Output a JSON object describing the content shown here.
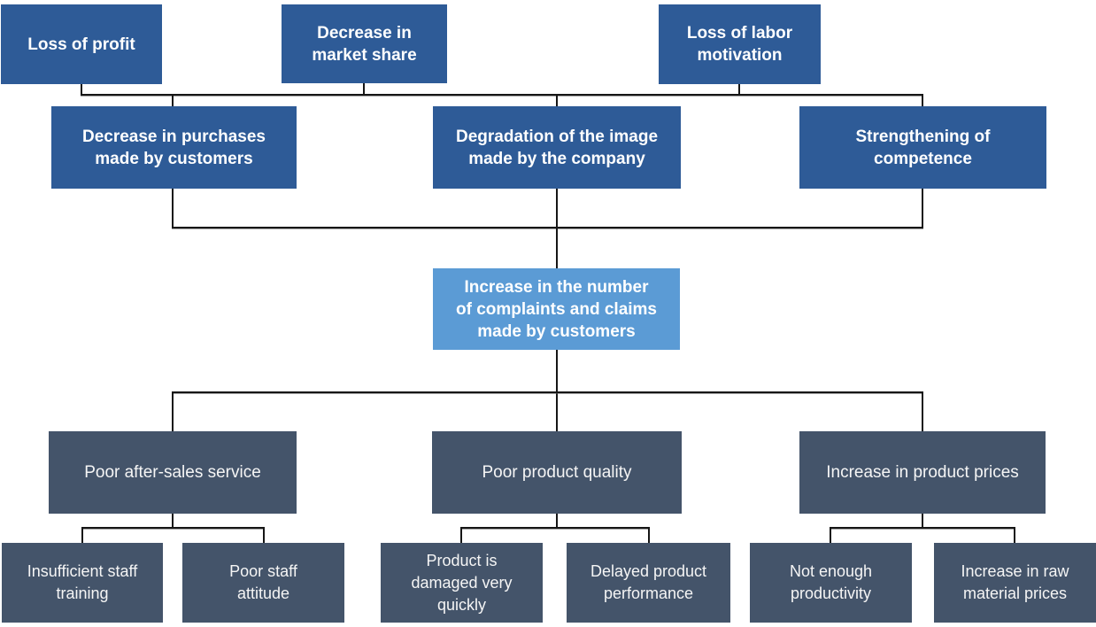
{
  "diagram": {
    "type": "problem-tree",
    "colors": {
      "effect_box": "#2E5B97",
      "core_problem_box": "#5B9BD5",
      "cause_box": "#44546A",
      "connector_line": "#161616",
      "text": "#FFFFFF",
      "background": "#FFFFFF"
    },
    "nodes": {
      "loss_of_profit": {
        "label": "Loss of profit"
      },
      "decrease_market_share": {
        "label": "Decrease in\nmarket share"
      },
      "loss_labor_motivation": {
        "label": "Loss of labor\nmotivation"
      },
      "decrease_purchases": {
        "label": "Decrease in purchases\nmade by customers"
      },
      "degradation_image": {
        "label": "Degradation of the image\nmade by the company"
      },
      "strengthening_competence": {
        "label": "Strengthening of\ncompetence"
      },
      "core_problem": {
        "label": "Increase in the number\nof complaints and claims\nmade by customers"
      },
      "poor_after_sales": {
        "label": "Poor after-sales service"
      },
      "poor_product_quality": {
        "label": "Poor product quality"
      },
      "increase_product_prices": {
        "label": "Increase in product prices"
      },
      "insufficient_training": {
        "label": "Insufficient staff\ntraining"
      },
      "poor_staff_attitude": {
        "label": "Poor staff\nattitude"
      },
      "product_damaged": {
        "label": "Product is\ndamaged very\nquickly"
      },
      "delayed_performance": {
        "label": "Delayed product\nperformance"
      },
      "not_enough_productivity": {
        "label": "Not enough\nproductivity"
      },
      "raw_material_prices": {
        "label": "Increase in raw\nmaterial prices"
      }
    },
    "edges": [
      {
        "from": "decrease_purchases",
        "to": "loss_of_profit"
      },
      {
        "from": "decrease_purchases",
        "to": "decrease_market_share"
      },
      {
        "from": "degradation_image",
        "to": "loss_of_profit"
      },
      {
        "from": "degradation_image",
        "to": "decrease_market_share"
      },
      {
        "from": "strengthening_competence",
        "to": "loss_labor_motivation"
      },
      {
        "from": "core_problem",
        "to": "decrease_purchases"
      },
      {
        "from": "core_problem",
        "to": "degradation_image"
      },
      {
        "from": "core_problem",
        "to": "strengthening_competence"
      },
      {
        "from": "poor_after_sales",
        "to": "core_problem"
      },
      {
        "from": "poor_product_quality",
        "to": "core_problem"
      },
      {
        "from": "increase_product_prices",
        "to": "core_problem"
      },
      {
        "from": "insufficient_training",
        "to": "poor_after_sales"
      },
      {
        "from": "poor_staff_attitude",
        "to": "poor_after_sales"
      },
      {
        "from": "product_damaged",
        "to": "poor_product_quality"
      },
      {
        "from": "delayed_performance",
        "to": "poor_product_quality"
      },
      {
        "from": "not_enough_productivity",
        "to": "increase_product_prices"
      },
      {
        "from": "raw_material_prices",
        "to": "increase_product_prices"
      }
    ]
  }
}
